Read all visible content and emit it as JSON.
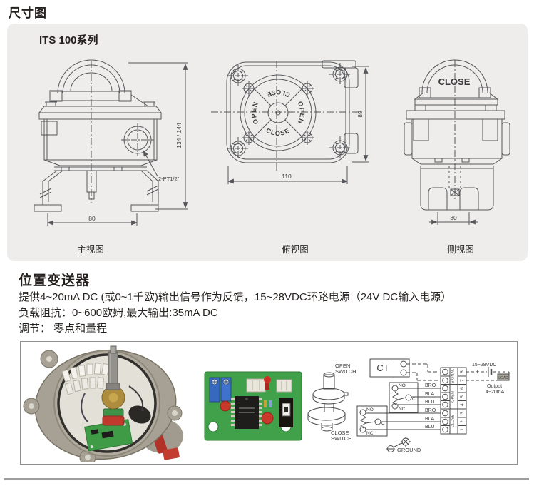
{
  "colors": {
    "panel_bg": "#eeedec",
    "line_art": "#55565a",
    "pcb_green": "#41a14b",
    "trimmer_blue": "#3a6fc7",
    "housing_gray": "#a6a194",
    "brass": "#ad8c3e",
    "red_component": "#c8392b"
  },
  "dimension_section": {
    "title": "尺寸图",
    "series": "ITS 100系列",
    "front_view": {
      "label": "主视图",
      "height_dim": "134 / 144",
      "width_dim": "80",
      "conduit_label": "2-PT1/2\""
    },
    "top_view": {
      "label": "俯视图",
      "width_dim": "110",
      "depth_dim": "89",
      "dial_open": "OPEN",
      "dial_close": "CLOSE"
    },
    "side_view": {
      "label": "侧视图",
      "bolt_dim": "30",
      "dome_text": "CLOSE"
    }
  },
  "transmitter_section": {
    "title": "位置变送器",
    "description": [
      "提供4~20mA DC (或0~1千欧)输出信号作为反馈，15~28VDC环路电源（24V DC输入电源）",
      "负载阻抗：0~600欧姆,最大输出:35mA DC",
      "调节： 零点和量程"
    ]
  },
  "wiring_diagram": {
    "open_switch_line1": "OPEN",
    "open_switch_line2": "SWITCH",
    "close_switch_line1": "CLOSE",
    "close_switch_line2": "SWITCH",
    "ct_label": "CT",
    "open_contact_no": "NO",
    "open_contact_c": "C",
    "open_contact_nc": "NC",
    "close_contact_no": "NO",
    "close_contact_c": "C",
    "close_contact_nc": "NC",
    "wires_open": [
      "BRO",
      "BLA",
      "BLU"
    ],
    "wires_close": [
      "BRO",
      "BLA",
      "BLU"
    ],
    "terminal_groups": [
      "SIGNAL",
      "OPEN",
      "CLOSE"
    ],
    "terminal_numbers_top_to_bottom": [
      "8",
      "7",
      "6",
      "5",
      "4",
      "3",
      "2",
      "1"
    ],
    "supply_label": "15~28VDC",
    "plus_sign": "+",
    "load_label": "LOAD",
    "output_line1": "Output",
    "output_line2": "4~20mA",
    "ground_label": "GROUND"
  }
}
